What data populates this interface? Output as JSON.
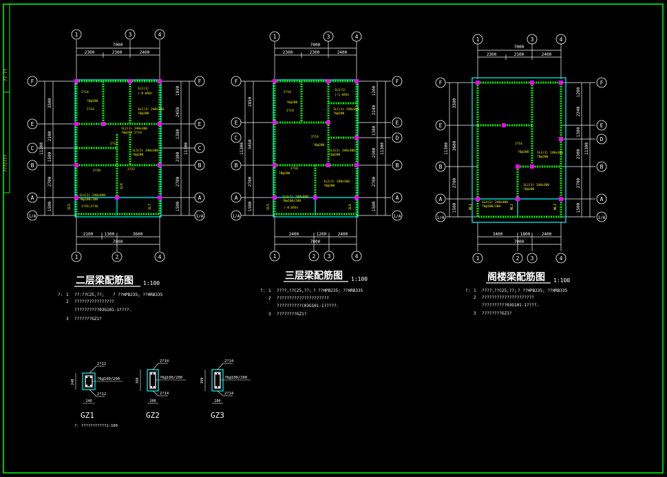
{
  "colors": {
    "frame": "#00ff00",
    "wall": "#00ff00",
    "beam": "#00ffff",
    "dim": "#ffffff",
    "text": "#ffffff",
    "rebar_text": "#ffff00",
    "column": "#ff00ff"
  },
  "side_labels": [
    "?? ??",
    "???????"
  ],
  "plans": [
    {
      "title": "二层梁配筋图",
      "scale": "1:100",
      "top_axes": [
        "1",
        "3",
        "4"
      ],
      "top_total": "7000",
      "top_dims": [
        "2300",
        "2300",
        "2400"
      ],
      "bottom_axes": [
        "1",
        "2",
        "4"
      ],
      "bottom_total": "7000",
      "bottom_dims": [
        "2100",
        "1300",
        "3600"
      ],
      "left_axes": [
        "F",
        "E",
        "C",
        "B",
        "A",
        "1/A"
      ],
      "right_axes": [
        "F",
        "E",
        "C",
        "B",
        "A",
        "1/A"
      ],
      "left_total": "11300",
      "left_dims": [
        "3500",
        "2100",
        "1500",
        "2700",
        "1500"
      ],
      "right_total": "11300",
      "right_dims": [
        "1030",
        "2450",
        "1380",
        "2300",
        "2700",
        "1500"
      ],
      "notes": [
        {
          "num": "1",
          "text": "??:??C25,??;"
        },
        {
          "num": "2",
          "text": "????????????????"
        },
        {
          "num": "",
          "text": "??????????03G101-1????."
        },
        {
          "num": "3",
          "text": "???????GZ1?"
        }
      ],
      "notes_prefix": "?:",
      "note1_extra": "?  ??HPB235;  ??HRB335"
    },
    {
      "title": "三层梁配筋图",
      "scale": "1:100",
      "top_axes": [
        "1",
        "3",
        "4"
      ],
      "top_total": "7000",
      "top_dims": [
        "2300",
        "2300",
        "2400"
      ],
      "bottom_axes": [
        "1",
        "2",
        "3",
        "4"
      ],
      "bottom_total": "7000",
      "bottom_dims": [
        "2400",
        "1200",
        "2400"
      ],
      "left_axes": [
        "F",
        "E",
        "C",
        "B",
        "A",
        "1/A"
      ],
      "right_axes": [
        "F",
        "E",
        "D",
        "B",
        "A",
        "1/A"
      ],
      "left_total": "11300",
      "left_dims": [
        "2850",
        "3450",
        "2700",
        "1500"
      ],
      "right_total": "11300",
      "right_dims": [
        "1200",
        "2240",
        "1380",
        "2300",
        "2700",
        "1500"
      ],
      "notes": [
        {
          "num": "1",
          "text": "????,??C25,??;"
        },
        {
          "num": "2",
          "text": "?????????????????????"
        },
        {
          "num": "",
          "text": "??????????(03G101-1)????."
        },
        {
          "num": "3",
          "text": "????????GZ1?"
        }
      ],
      "notes_prefix": "?:",
      "note1_extra": "?  ??HPB235;  ??HRB335"
    },
    {
      "title": "阁楼梁配筋图",
      "scale": "1:100",
      "top_axes": [
        "1",
        "3",
        "4"
      ],
      "top_total": "7000",
      "top_dims": [
        "2300",
        "2300",
        "2400"
      ],
      "bottom_axes": [
        "1",
        "2",
        "3",
        "4"
      ],
      "bottom_total": "7000",
      "bottom_dims": [
        "3400",
        "1800",
        "2400"
      ],
      "left_axes": [
        "F",
        "E",
        "B",
        "A",
        "1/A"
      ],
      "right_axes": [
        "F",
        "E",
        "D",
        "B",
        "A",
        "1/A"
      ],
      "left_total": "11300",
      "left_dims": [
        "3500",
        "3600",
        "2700",
        "1500"
      ],
      "right_total": "11300",
      "right_dims": [
        "1200",
        "2240",
        "1380",
        "2300",
        "2700",
        "1500"
      ],
      "notes": [
        {
          "num": "1",
          "text": "????,??C25,??;"
        },
        {
          "num": "2",
          "text": "?????????????????????"
        },
        {
          "num": "",
          "text": "??????????03G101-1????."
        },
        {
          "num": "3",
          "text": "????????GZ1?"
        }
      ],
      "notes_prefix": "?:",
      "note1_extra": "?  ??HPB235;  ??HRB335"
    }
  ],
  "columns": [
    {
      "name": "GZ1",
      "top": "2?12",
      "bottom": "2?12",
      "stirrup": "?6@100/200",
      "height": "240",
      "width": "240"
    },
    {
      "name": "GZ2",
      "top": "2?14",
      "bottom": "2?14",
      "stirrup": "?6@100/200",
      "height": "360",
      "width": "200"
    },
    {
      "name": "GZ3",
      "top": "2?14",
      "bottom": "2?14",
      "stirrup": "?6@100/200",
      "height": "360",
      "width": "200"
    }
  ],
  "column_note": "?: ???????????1:100"
}
